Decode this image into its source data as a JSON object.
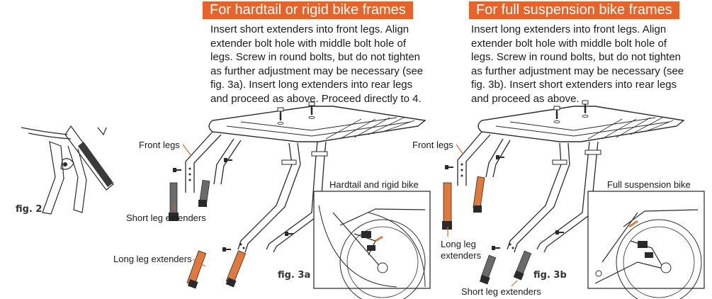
{
  "left": {
    "banner": "For hardtail or rigid bike frames",
    "lines": [
      "Insert short extenders into front legs. Align",
      "extender bolt hole with middle bolt hole of",
      "legs. Screw in round bolts, but do not tighten",
      "as further adjustment may be necessary (see",
      "fig. 3a). Insert long extenders into rear legs",
      "and proceed as above. Proceed directly to 4."
    ],
    "front_legs": "Front legs",
    "short_extenders": "Short leg extenders",
    "long_extenders": "Long leg extenders",
    "inset_title": "Hardtail and rigid bike",
    "fig": "fig. 3a"
  },
  "right": {
    "banner": "For full suspension bike frames",
    "lines": [
      "Insert long extenders into front legs. Align",
      "extender bolt hole with middle bolt hole of",
      "legs. Screw in round bolts, but do not tighten",
      "as further adjustment may be necessary (see",
      "fig. 3b). Insert short extenders into rear legs",
      "and proceed as above."
    ],
    "front_legs": "Front legs",
    "long_extenders_1": "Long leg",
    "long_extenders_2": "extenders",
    "short_extenders": "Short leg extenders",
    "inset_title": "Full suspension bike",
    "fig": "fig. 3b"
  },
  "fig2": "fig. 2",
  "colors": {
    "accent": "#e8632a",
    "line": "#2a2a2a",
    "extender_orange": "#e07a3c",
    "extender_grey": "#6b6b6b"
  }
}
